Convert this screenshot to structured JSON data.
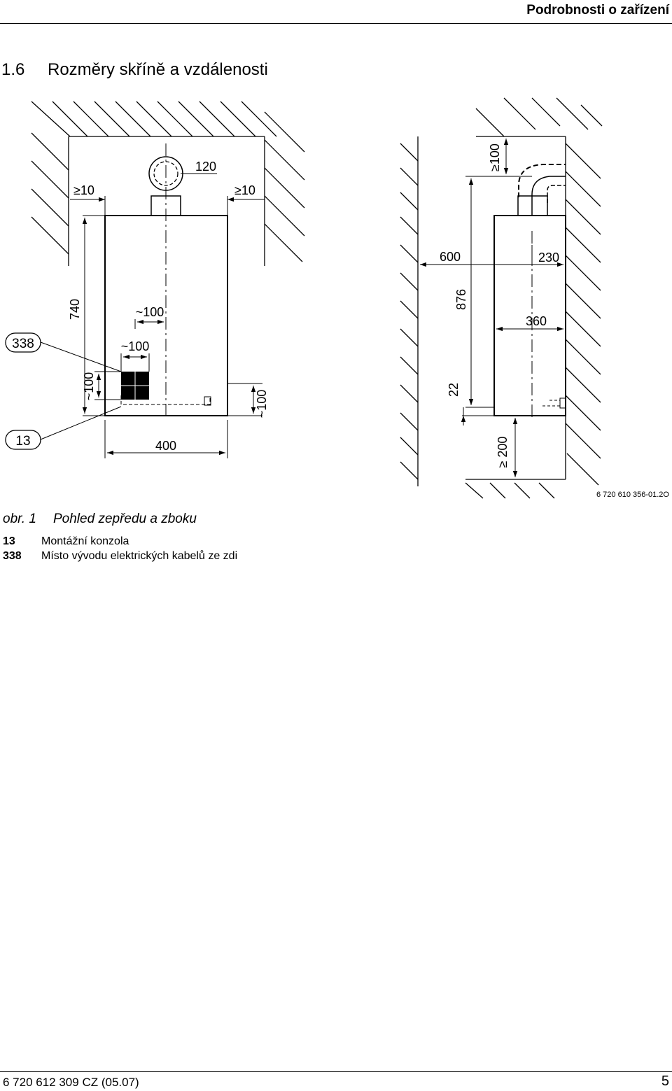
{
  "header": {
    "running_head": "Podrobnosti o zařízení"
  },
  "section": {
    "number": "1.6",
    "title": "Rozměry skříně a vzdálenosti"
  },
  "drawing": {
    "dims": {
      "ge10_left": "≥10",
      "w120": "120",
      "ge10_right": "≥10",
      "h740": "740",
      "t100a": "~100",
      "t100b": "~100",
      "h100_left": "~100",
      "h100_right": "~100",
      "w400": "400",
      "ge100_top": "≥100",
      "w600": "600",
      "w230": "230",
      "h876": "876",
      "w360": "360",
      "h22": "22",
      "ge200": "≥ 200"
    },
    "callouts": {
      "c338": "338",
      "c13": "13"
    },
    "code": "6 720 610 356-01.2O"
  },
  "figure": {
    "label": "obr. 1",
    "caption": "Pohled zepředu a zboku"
  },
  "legend": [
    {
      "key": "13",
      "text": "Montážní konzola"
    },
    {
      "key": "338",
      "text": "Místo vývodu elektrických kabelů ze zdi"
    }
  ],
  "footer": {
    "doc_code": "6 720 612 309 CZ (05.07)",
    "page": "5"
  }
}
